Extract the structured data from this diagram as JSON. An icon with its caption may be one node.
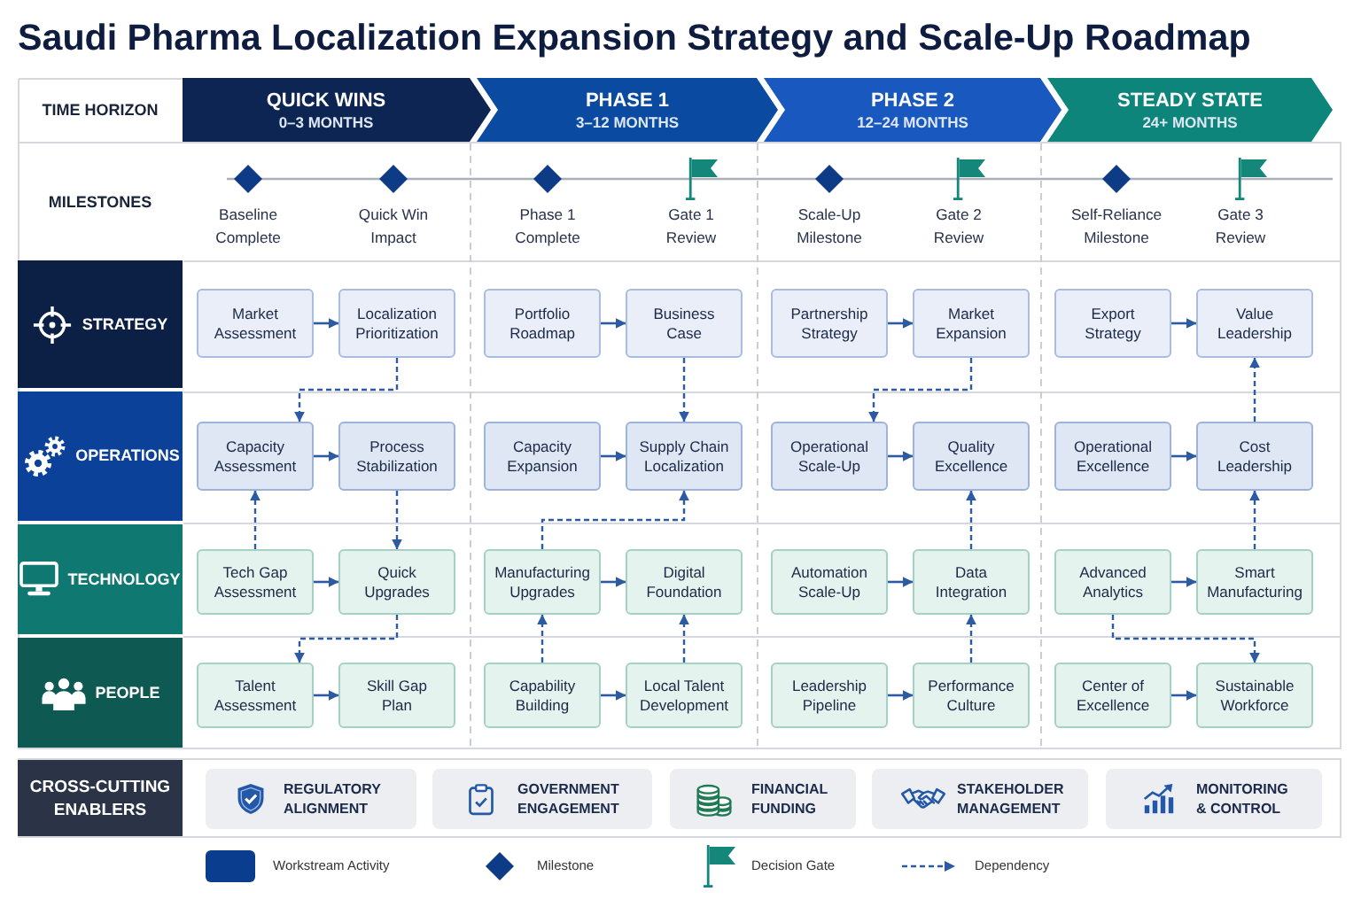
{
  "diagram": {
    "title": "Saudi Pharma Localization Expansion Strategy and Scale-Up Roadmap",
    "nodes": [
      {
        "text": [
          "QUICK WINS",
          "0–3 MONTHS"
        ]
      },
      {
        "text": [
          "PHASE 1",
          "3–12 MONTHS"
        ]
      },
      {
        "text": [
          "PHASE 2",
          "12–24 MONTHS"
        ]
      },
      {
        "text": [
          "STEADY STATE",
          "24+ MONTHS"
        ]
      },
      {
        "text": [],
        "shape": "diamond",
        "beside": [
          "Baseline Complete"
        ]
      },
      {
        "text": [],
        "shape": "diamond",
        "beside": [
          "Quick Win Impact"
        ]
      },
      {
        "text": [],
        "shape": "diamond",
        "beside": [
          "Phase 1 Complete"
        ]
      },
      {
        "text": [],
        "shape": "flag",
        "beside": [
          "Gate 1 Review"
        ]
      },
      {
        "text": [],
        "shape": "diamond",
        "beside": [
          "Scale-Up Milestone"
        ]
      },
      {
        "text": [],
        "shape": "flag",
        "beside": [
          "Gate 2 Review"
        ]
      },
      {
        "text": [],
        "shape": "diamond",
        "beside": [
          "Self-Reliance Milestone"
        ]
      },
      {
        "text": [],
        "shape": "flag",
        "beside": [
          "Gate 3 Review"
        ]
      },
      {
        "text": [
          "STRATEGY"
        ]
      },
      {
        "text": [
          "Market Assessment"
        ]
      },
      {
        "text": [
          "Localization Prioritization"
        ]
      },
      {
        "text": [
          "Portfolio Roadmap"
        ]
      },
      {
        "text": [
          "Business Case"
        ]
      },
      {
        "text": [
          "Partnership Strategy"
        ]
      },
      {
        "text": [
          "Market Expansion"
        ]
      },
      {
        "text": [
          "Export Strategy"
        ]
      },
      {
        "text": [
          "Value Leadership"
        ]
      },
      {
        "text": [
          "OPERATIONS"
        ]
      },
      {
        "text": [
          "Capacity Assessment"
        ]
      },
      {
        "text": [
          "Process Stabilization"
        ]
      },
      {
        "text": [
          "Capacity Expansion"
        ]
      },
      {
        "text": [
          "Supply Chain Localization"
        ]
      },
      {
        "text": [
          "Operational Scale-Up"
        ]
      },
      {
        "text": [
          "Quality Excellence"
        ]
      },
      {
        "text": [
          "Operational Excellence"
        ]
      },
      {
        "text": [
          "Cost Leadership"
        ]
      },
      {
        "text": [
          "TECHNOLOGY"
        ]
      },
      {
        "text": [
          "Tech Gap Assessment"
        ]
      },
      {
        "text": [
          "Quick Upgrades"
        ]
      },
      {
        "text": [
          "Manufacturing Upgrades"
        ]
      },
      {
        "text": [
          "Digital Foundation"
        ]
      },
      {
        "text": [
          "Automation Scale-Up"
        ]
      },
      {
        "text": [
          "Data Integration"
        ]
      },
      {
        "text": [
          "Advanced Analytics"
        ]
      },
      {
        "text": [
          "Smart Manufacturing"
        ]
      },
      {
        "text": [
          "PEOPLE"
        ]
      },
      {
        "text": [
          "Talent Assessment"
        ]
      },
      {
        "text": [
          "Skill Gap Plan"
        ]
      },
      {
        "text": [
          "Capability Building"
        ]
      },
      {
        "text": [
          "Local Talent Development"
        ]
      },
      {
        "text": [
          "Leadership Pipeline"
        ]
      },
      {
        "text": [
          "Performance Culture"
        ]
      },
      {
        "text": [
          "Center of Excellence"
        ]
      },
      {
        "text": [
          "Sustainable Workforce"
        ]
      },
      {
        "text": [
          "CROSS-CUTTING ENABLERS"
        ]
      },
      {
        "text": [
          "REGULATORY ALIGNMENT"
        ]
      },
      {
        "text": [
          "GOVERNMENT ENGAGEMENT"
        ]
      },
      {
        "text": [
          "FINANCIAL FUNDING"
        ]
      },
      {
        "text": [
          "STAKEHOLDER MANAGEMENT"
        ]
      },
      {
        "text": [
          "MONITORING & CONTROL"
        ]
      }
    ],
    "edges": [
      {
        "from": 13,
        "to": 14,
        "arrow": "to"
      },
      {
        "from": 15,
        "to": 16,
        "arrow": "to"
      },
      {
        "from": 17,
        "to": 18,
        "arrow": "to"
      },
      {
        "from": 19,
        "to": 20,
        "arrow": "to"
      },
      {
        "from": 22,
        "to": 23,
        "arrow": "to"
      },
      {
        "from": 24,
        "to": 25,
        "arrow": "to"
      },
      {
        "from": 26,
        "to": 27,
        "arrow": "to"
      },
      {
        "from": 28,
        "to": 29,
        "arrow": "to"
      },
      {
        "from": 31,
        "to": 32,
        "arrow": "to"
      },
      {
        "from": 33,
        "to": 34,
        "arrow": "to"
      },
      {
        "from": 35,
        "to": 36,
        "arrow": "to"
      },
      {
        "from": 37,
        "to": 38,
        "arrow": "to"
      },
      {
        "from": 40,
        "to": 41,
        "arrow": "to"
      },
      {
        "from": 42,
        "to": 43,
        "arrow": "to"
      },
      {
        "from": 44,
        "to": 45,
        "arrow": "to"
      },
      {
        "from": 46,
        "to": 47,
        "arrow": "to"
      },
      {
        "from": 14,
        "to": 22,
        "arrow": "to",
        "style": "dashed"
      },
      {
        "from": 16,
        "to": 25,
        "arrow": "to",
        "style": "dashed"
      },
      {
        "from": 18,
        "to": 26,
        "arrow": "to",
        "style": "dashed"
      },
      {
        "from": 29,
        "to": 20,
        "arrow": "to",
        "style": "dashed"
      },
      {
        "from": 31,
        "to": 22,
        "arrow": "to",
        "style": "dashed"
      },
      {
        "from": 23,
        "to": 32,
        "arrow": "to",
        "style": "dashed"
      },
      {
        "from": 33,
        "to": 25,
        "arrow": "to",
        "style": "dashed"
      },
      {
        "from": 36,
        "to": 27,
        "arrow": "to",
        "style": "dashed"
      },
      {
        "from": 38,
        "to": 29,
        "arrow": "to",
        "style": "dashed"
      },
      {
        "from": 32,
        "to": 40,
        "arrow": "to",
        "style": "dashed"
      },
      {
        "from": 42,
        "to": 33,
        "arrow": "to",
        "style": "dashed"
      },
      {
        "from": 43,
        "to": 34,
        "arrow": "to",
        "style": "dashed"
      },
      {
        "from": 45,
        "to": 36,
        "arrow": "to",
        "style": "dashed"
      },
      {
        "from": 37,
        "to": 47,
        "arrow": "to",
        "style": "dashed"
      }
    ],
    "labels": [
      "TIME HORIZON",
      "MILESTONES"
    ],
    "legend": [
      {
        "text": "Workstream Activity",
        "color": "#0b3d8f"
      },
      {
        "text": "Milestone"
      },
      {
        "text": "Decision Gate"
      },
      {
        "text": "Dependency"
      }
    ]
  }
}
